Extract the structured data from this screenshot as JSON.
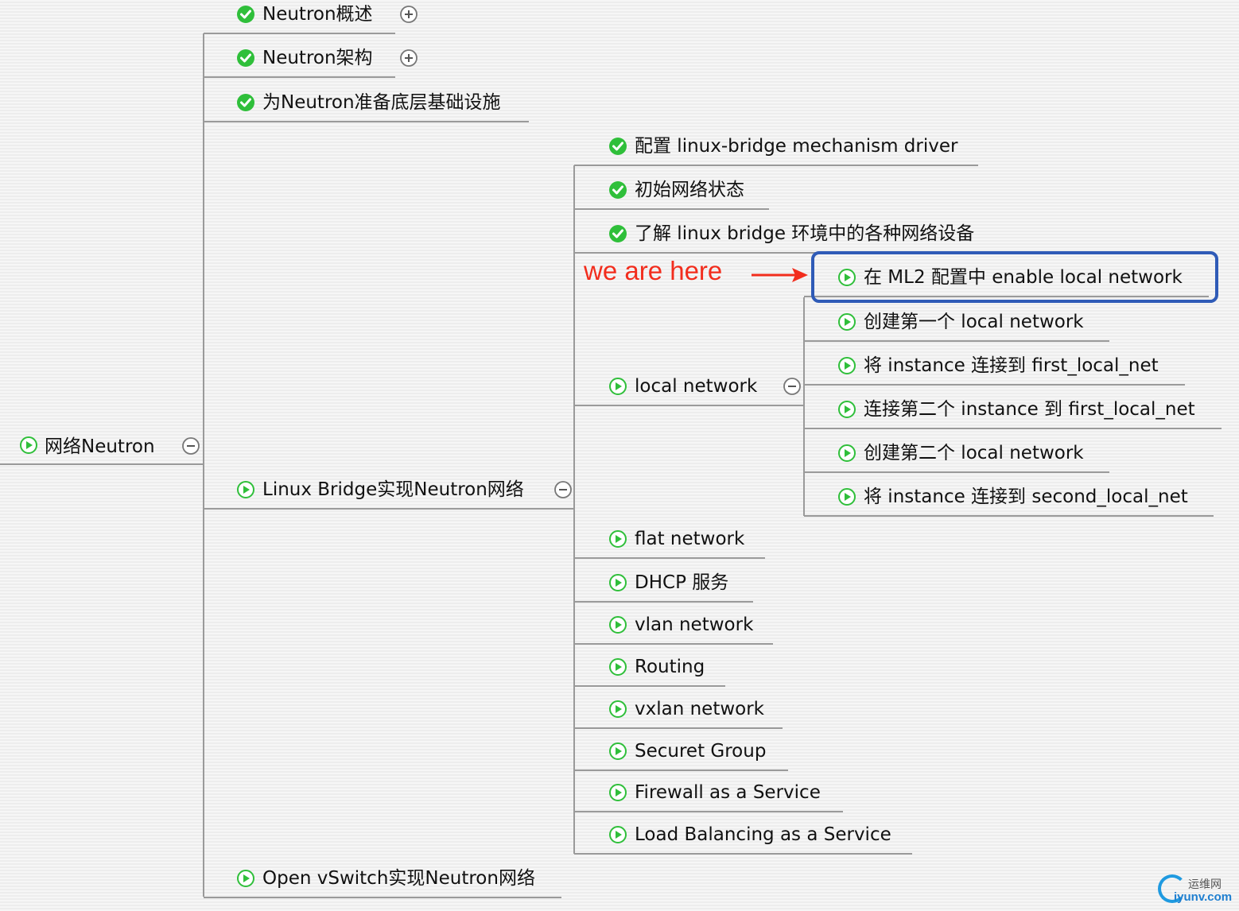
{
  "root": {
    "label": "网络Neutron",
    "collapse": "minus"
  },
  "top_children": [
    {
      "id": "overview",
      "label": "Neutron概述",
      "status": "done",
      "toggle": "plus"
    },
    {
      "id": "arch",
      "label": "Neutron架构",
      "status": "done",
      "toggle": "plus"
    },
    {
      "id": "infra",
      "label": "为Neutron准备底层基础设施",
      "status": "done"
    },
    {
      "id": "lb",
      "label": "Linux Bridge实现Neutron网络",
      "status": "in-progress",
      "toggle": "minus"
    },
    {
      "id": "ovs",
      "label": "Open vSwitch实现Neutron网络",
      "status": "in-progress"
    }
  ],
  "lb_children": [
    {
      "id": "cfg-driver",
      "label": "配置 linux-bridge mechanism driver",
      "status": "done"
    },
    {
      "id": "init-net",
      "label": "初始网络状态",
      "status": "done"
    },
    {
      "id": "devices",
      "label": "了解 linux bridge 环境中的各种网络设备",
      "status": "done"
    },
    {
      "id": "local",
      "label": "local network",
      "status": "in-progress",
      "toggle": "minus"
    },
    {
      "id": "flat",
      "label": "flat network",
      "status": "in-progress"
    },
    {
      "id": "dhcp",
      "label": "DHCP 服务",
      "status": "in-progress"
    },
    {
      "id": "vlan",
      "label": "vlan network",
      "status": "in-progress"
    },
    {
      "id": "routing",
      "label": "Routing",
      "status": "in-progress"
    },
    {
      "id": "vxlan",
      "label": "vxlan network",
      "status": "in-progress"
    },
    {
      "id": "secgroup",
      "label": "Securet Group",
      "status": "in-progress"
    },
    {
      "id": "fwaas",
      "label": "Firewall as a Service",
      "status": "in-progress"
    },
    {
      "id": "lbaas",
      "label": "Load Balancing as a Service",
      "status": "in-progress"
    }
  ],
  "local_children": [
    {
      "id": "ml2",
      "label": "在 ML2 配置中 enable local network",
      "status": "in-progress",
      "highlight": true
    },
    {
      "id": "create1",
      "label": "创建第一个 local network",
      "status": "in-progress"
    },
    {
      "id": "attach1",
      "label": "将 instance 连接到 first_local_net",
      "status": "in-progress"
    },
    {
      "id": "attach2",
      "label": "连接第二个 instance 到 first_local_net",
      "status": "in-progress"
    },
    {
      "id": "create2",
      "label": "创建第二个 local network",
      "status": "in-progress"
    },
    {
      "id": "attach3",
      "label": "将 instance 连接到 second_local_net",
      "status": "in-progress"
    }
  ],
  "annotation": {
    "text": "we are here"
  },
  "watermark": {
    "cn": "运维网",
    "domain": "iyunv.com"
  },
  "colors": {
    "done": "#2fbf3a",
    "progress": "#2fbf3a",
    "line": "#9a9a9a",
    "highlight": "#2f5bb7",
    "annotation": "#f22d1d"
  }
}
